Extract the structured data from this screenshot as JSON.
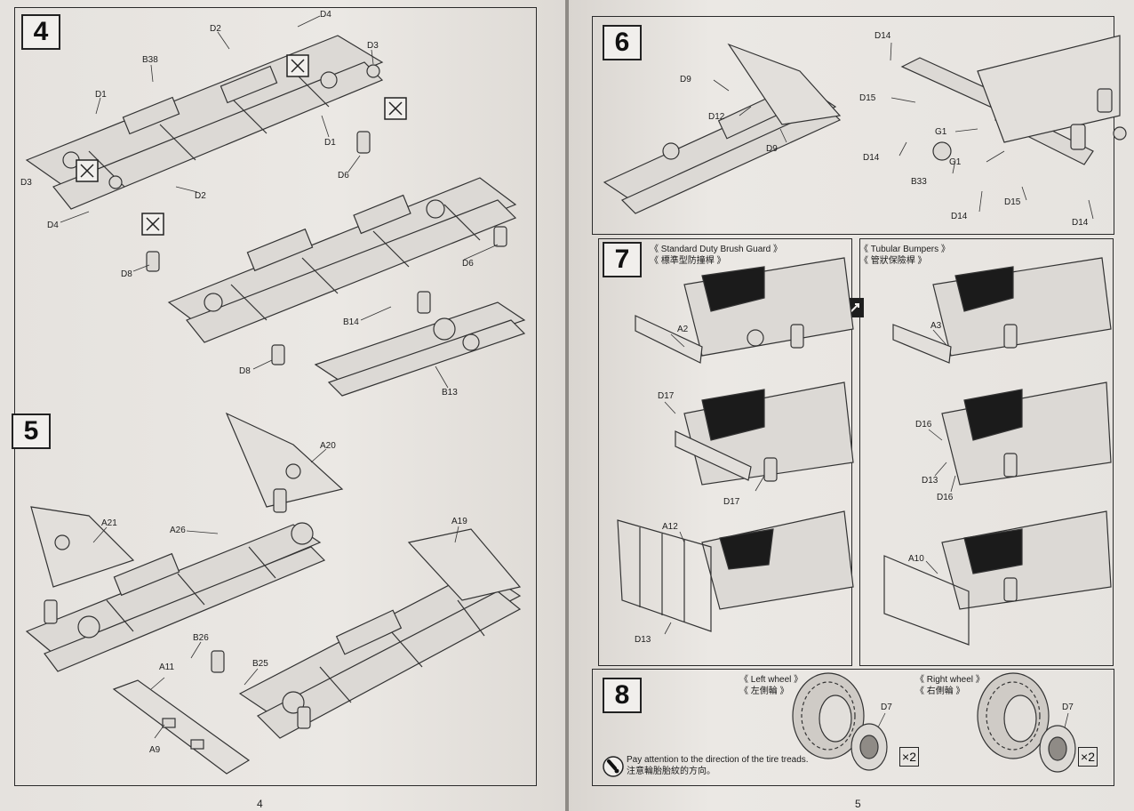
{
  "pages": {
    "left_number": "4",
    "right_number": "5"
  },
  "steps": {
    "s4": {
      "number": "4",
      "labels": [
        "D4",
        "D2",
        "D3",
        "B38",
        "D1",
        "D3",
        "D1",
        "D6",
        "D2",
        "D4",
        "D6",
        "D8",
        "B14",
        "D8",
        "B13"
      ]
    },
    "s5": {
      "number": "5",
      "labels": [
        "A20",
        "A21",
        "A26",
        "A19",
        "B26",
        "A11",
        "B25",
        "A9"
      ]
    },
    "s6": {
      "number": "6",
      "labels": [
        "D9",
        "D12",
        "D9",
        "D14",
        "D15",
        "G1",
        "G1",
        "D14",
        "B33",
        "D14",
        "D15",
        "D14"
      ]
    },
    "s7": {
      "number": "7",
      "left_title_en": "《 Standard Duty Brush Guard 》",
      "left_title_zh": "《 標準型防撞桿 》",
      "right_title_en": "《 Tubular Bumpers 》",
      "right_title_zh": "《 管狀保險桿 》",
      "left_labels": [
        "A2",
        "D17",
        "D17",
        "A12",
        "D13"
      ],
      "right_labels": [
        "A3",
        "D16",
        "D13",
        "D16",
        "A10"
      ]
    },
    "s8": {
      "number": "8",
      "left_wheel_en": "《 Left wheel 》",
      "left_wheel_zh": "《 左側輪 》",
      "right_wheel_en": "《 Right wheel 》",
      "right_wheel_zh": "《 右側輪 》",
      "part_left": "D7",
      "part_right": "D7",
      "qty_left": "×2",
      "qty_right": "×2",
      "note_en": "Pay attention to the direction of the tire treads.",
      "note_zh": "注意輪胎胎紋的方向。"
    }
  },
  "icons": {
    "cut": "cut-mark-icon",
    "flip": "flip-arrow-icon",
    "warning": "attention-icon"
  },
  "colors": {
    "paper": "#e9e6e2",
    "ink": "#222222",
    "radiator": "#1b1b1b"
  }
}
